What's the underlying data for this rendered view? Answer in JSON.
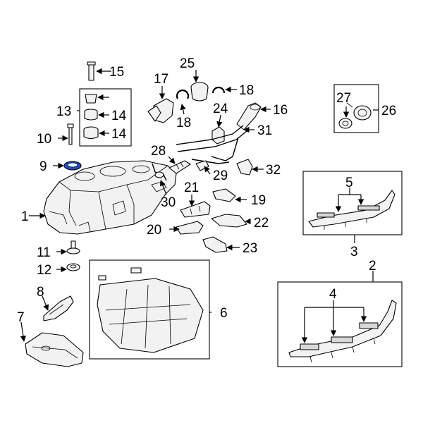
{
  "diagram": {
    "highlight_color": "#1a4fd0",
    "callouts": {
      "c1": "1",
      "c2": "2",
      "c3": "3",
      "c4": "4",
      "c5": "5",
      "c6": "6",
      "c7": "7",
      "c8": "8",
      "c9": "9",
      "c10": "10",
      "c11": "11",
      "c12": "12",
      "c13": "13",
      "c14a": "14",
      "c14b": "14",
      "c15": "15",
      "c16": "16",
      "c17": "17",
      "c18a": "18",
      "c18b": "18",
      "c19": "19",
      "c20": "20",
      "c21": "21",
      "c22": "22",
      "c23": "23",
      "c24": "24",
      "c25": "25",
      "c26": "26",
      "c27": "27",
      "c28": "28",
      "c29": "29",
      "c30": "30",
      "c31": "31",
      "c32": "32"
    }
  }
}
